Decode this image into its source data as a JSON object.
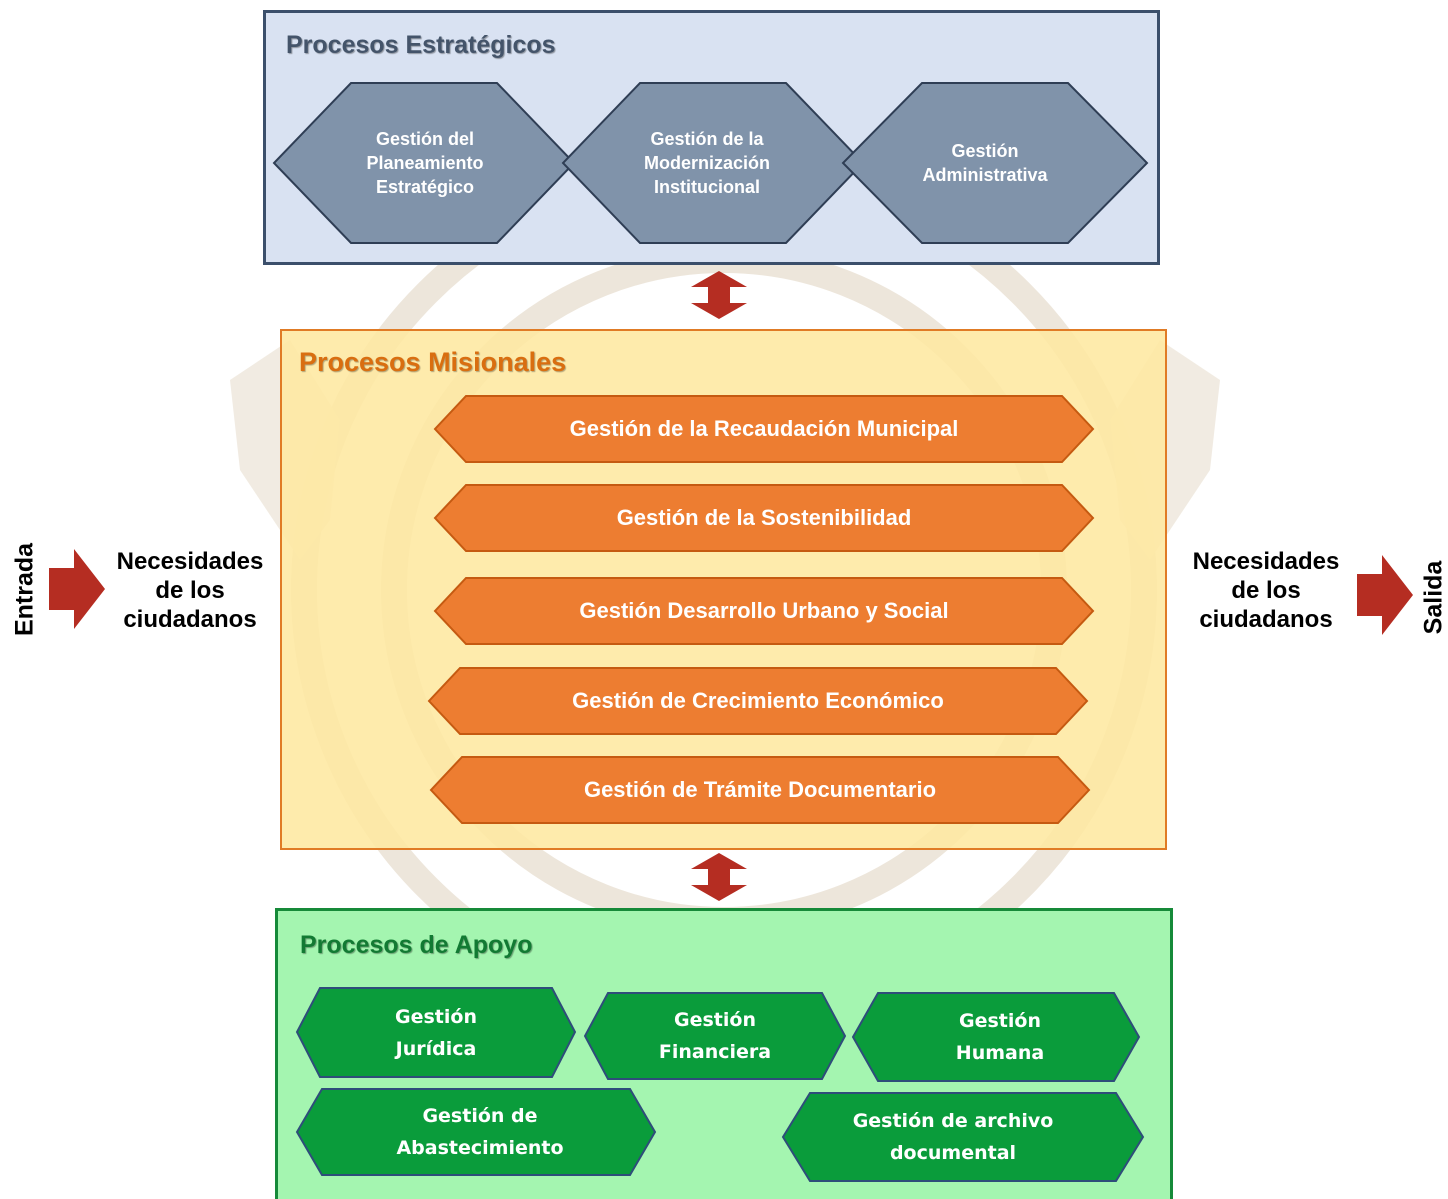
{
  "colors": {
    "strategic_fill": "#8093aa",
    "strategic_stroke": "#2f3e55",
    "missional_fill": "#ed7d31",
    "missional_stroke": "#c55a11",
    "support_fill": "#0a9c3b",
    "support_stroke": "#2e4d7a",
    "arrow": "#b52d22"
  },
  "strategic": {
    "title": "Procesos Estratégicos",
    "items": [
      {
        "label": "Gestión del\nPlaneamiento\nEstratégico"
      },
      {
        "label": "Gestión de la\nModernización\nInstitucional"
      },
      {
        "label": "Gestión\nAdministrativa"
      }
    ]
  },
  "missional": {
    "title": "Procesos Misionales",
    "items": [
      {
        "label": "Gestión de la Recaudación Municipal"
      },
      {
        "label": "Gestión de la Sostenibilidad"
      },
      {
        "label": "Gestión Desarrollo Urbano y Social"
      },
      {
        "label": "Gestión de Crecimiento Económico"
      },
      {
        "label": "Gestión de Trámite Documentario"
      }
    ]
  },
  "support": {
    "title": "Procesos de Apoyo",
    "items": [
      {
        "label": "Gestión\nJurídica"
      },
      {
        "label": "Gestión\nFinanciera"
      },
      {
        "label": "Gestión\nHumana"
      },
      {
        "label": "Gestión de\nAbastecimiento"
      },
      {
        "label": "Gestión de archivo\ndocumental"
      }
    ]
  },
  "input": {
    "label": "Entrada",
    "text": "Necesidades\nde los\nciudadanos"
  },
  "output": {
    "label": "Salida",
    "text": "Necesidades\nde los\nciudadanos"
  }
}
